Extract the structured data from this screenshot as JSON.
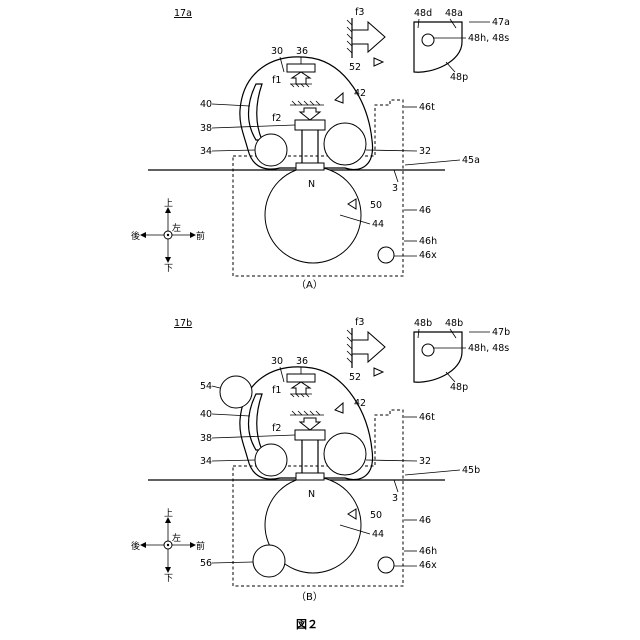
{
  "figure": {
    "title": "図２",
    "panels": [
      {
        "id": "A",
        "caption": "（A）",
        "device_label": "17a",
        "labels": {
          "belt": "30",
          "plate": "36",
          "force1": "f1",
          "force2": "f2",
          "force3": "f3",
          "pad_holder": "40",
          "pad": "38",
          "roller_left": "34",
          "roller_right": "32",
          "belt_marker": "42",
          "nip": "N",
          "sheet": "3",
          "pressure_roller": "44",
          "roller_marker": "50",
          "frame": "46",
          "frame_top": "46t",
          "frame_hole": "46h",
          "shaft": "46x",
          "arrow_marker": "52",
          "unit": "45a",
          "cam_unit": "47a",
          "cam_d": "48d",
          "cam_a": "48a",
          "cam_hole": "48h, 48s",
          "cam_profile": "48p"
        }
      },
      {
        "id": "B",
        "caption": "（B）",
        "device_label": "17b",
        "labels": {
          "belt": "30",
          "plate": "36",
          "force1": "f1",
          "force2": "f2",
          "force3": "f3",
          "pad_holder": "40",
          "pad": "38",
          "roller_left": "34",
          "roller_right": "32",
          "belt_marker": "42",
          "nip": "N",
          "sheet": "3",
          "pressure_roller": "44",
          "roller_marker": "50",
          "frame": "46",
          "frame_top": "46t",
          "frame_hole": "46h",
          "shaft": "46x",
          "arrow_marker": "52",
          "unit": "45b",
          "cam_unit": "47b",
          "cam_d": "48b",
          "cam_a": "48b",
          "cam_hole": "48h, 48s",
          "cam_profile": "48p",
          "heat_roller": "54",
          "extra_roller": "56"
        }
      }
    ],
    "directions": {
      "up": "上",
      "down": "下",
      "left": "左",
      "back": "後",
      "front": "前"
    }
  }
}
